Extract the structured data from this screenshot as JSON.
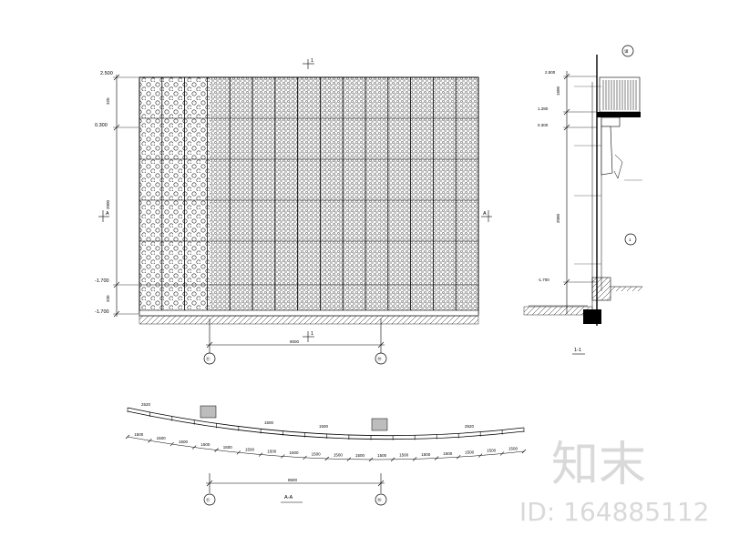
{
  "elevation": {
    "section_marker_top": "1",
    "section_marker_bottom": "1",
    "side_marker_left": "A",
    "side_marker_right": "A",
    "left_levels": [
      "2.500",
      "0.300",
      "-1.700",
      "-1.700"
    ],
    "left_dims": [
      "320",
      "2000",
      "330"
    ],
    "axis_left": "⑪",
    "axis_right": "⑭",
    "axis_dim": "9000"
  },
  "section_1_1": {
    "title": "1-1",
    "detail_marker_top": "详",
    "detail_marker_mid": "1",
    "levels": [
      "2.500",
      "1.280",
      "0.300",
      "-1.700"
    ],
    "dims": [
      "1600",
      "2000"
    ]
  },
  "plan_a_a": {
    "title": "A-A",
    "axis_left": "⑪",
    "axis_right": "⑭",
    "axis_dim": "8500",
    "panel_labels": [
      "1500",
      "1500",
      "1500",
      "1500",
      "1500",
      "1500",
      "1500",
      "1500",
      "1500",
      "1500",
      "1500",
      "1500",
      "1500",
      "1500",
      "1500",
      "1500",
      "1500",
      "1500"
    ],
    "top_labels": [
      "2520",
      "1500",
      "1500",
      "2520"
    ]
  },
  "watermark": {
    "logo_text": "知末",
    "id_text": "ID: 164885112"
  }
}
